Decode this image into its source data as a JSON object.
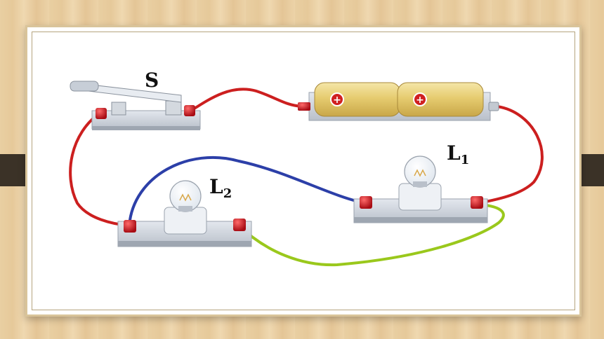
{
  "labels": {
    "switch": "S",
    "lamp1_base": "L",
    "lamp1_sub": "1",
    "lamp2_base": "L",
    "lamp2_sub": "2"
  },
  "battery": {
    "cell1_symbol": "+",
    "cell2_symbol": "+"
  },
  "colors": {
    "wire_red": "#cc1f1f",
    "wire_blue": "#2c3fa8",
    "wire_green": "#9ac81c",
    "terminal_red": "#c4121c",
    "base_gray": "#cfd5dd",
    "battery_gold": "#e6cc70",
    "frame_dark": "#3b3227"
  }
}
